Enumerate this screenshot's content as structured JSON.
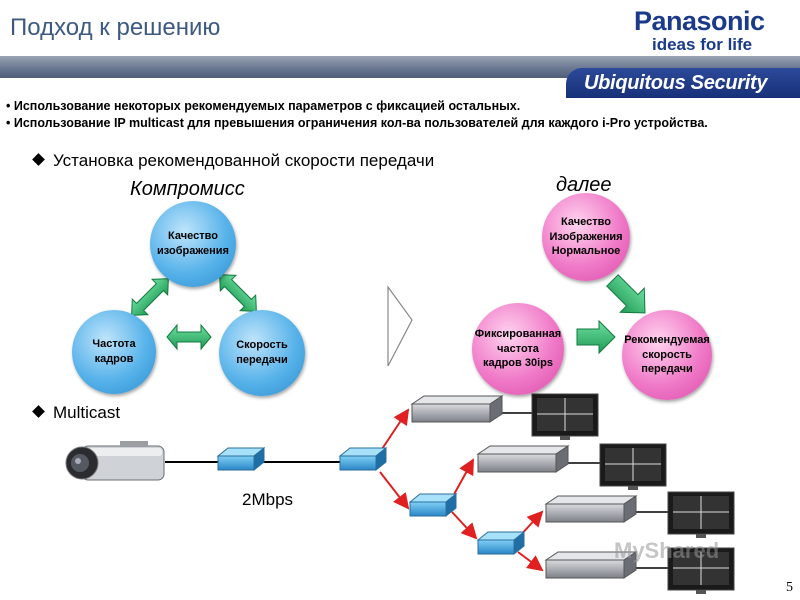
{
  "header": {
    "title": "Подход к решению",
    "brand": "Panasonic",
    "tagline": "ideas for life",
    "ribbon_text": "Ubiquitous Security"
  },
  "bullets": [
    "Использование некоторых рекомендуемых параметров с фиксацией остальных.",
    "Использование IP multicast для превышения ограничения кол-ва пользователей для каждого i-Pro устройства."
  ],
  "section1": {
    "title": "Установка рекомендованной скорости передачи",
    "left_label": "Компромисс",
    "right_label": "далее",
    "left_circles": {
      "quality": "Качество\nизображения",
      "fps": "Частота\nкадров",
      "speed": "Скорость\nпередачи"
    },
    "right_circles": {
      "quality": "Качество\nИзображения\nНормальное",
      "fixed": "Фиксированная\nчастота\nкадров 30ips",
      "recommended": "Рекомендуемая\nскорость\nпередачи"
    }
  },
  "section2": {
    "title": "Multicast",
    "bandwidth_label": "2Mbps"
  },
  "page_number": "5",
  "watermark": "MyShared",
  "colors": {
    "title": "#3c5a82",
    "brand": "#1b3a8a",
    "blue_circle": "#58b3ea",
    "pink_circle": "#f07ac8",
    "arrow_green": "#2fb36b",
    "red_line": "#e02020"
  },
  "icons": [
    "bullet-dot",
    "diamond-bullet",
    "double-arrow-icon",
    "process-arrow-icon",
    "camera-icon",
    "network-switch-icon",
    "recorder-icon",
    "monitor-icon"
  ]
}
